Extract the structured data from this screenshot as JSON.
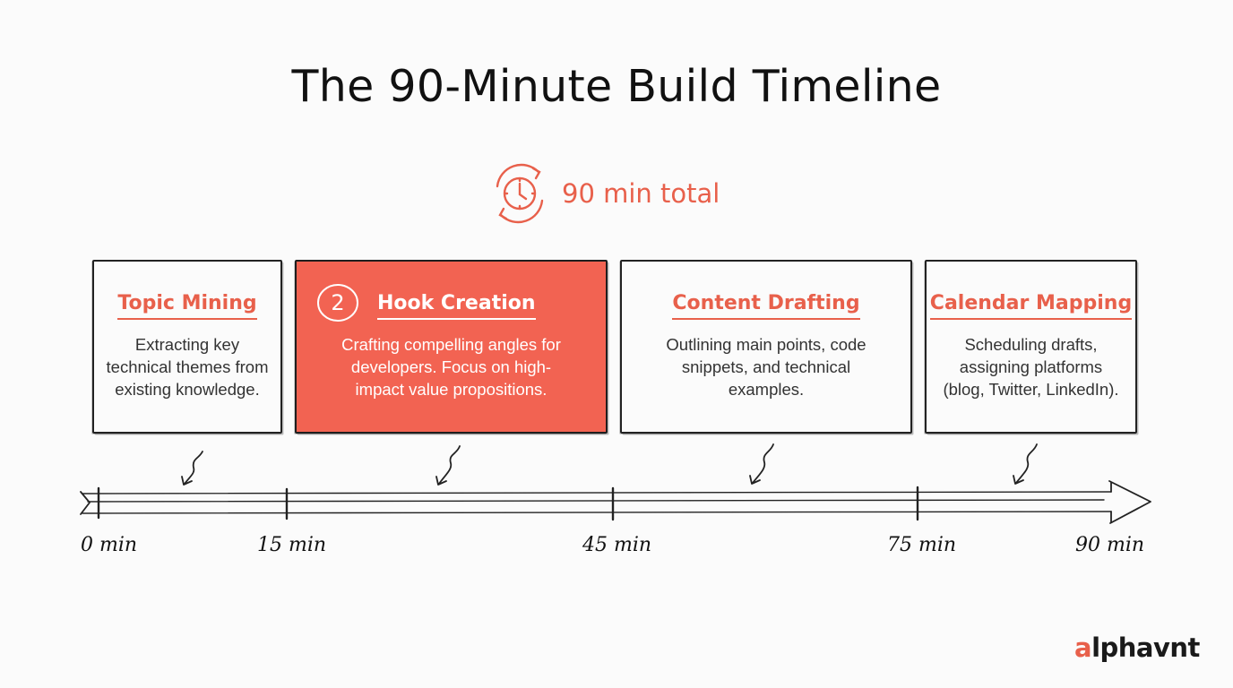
{
  "title": "The 90-Minute Build Timeline",
  "total": {
    "label": "90 min total",
    "icon": "clock-refresh-icon"
  },
  "accent_color": "#f26352",
  "steps": [
    {
      "number": "",
      "title": "Topic Mining",
      "description": [
        "Extracting key",
        "technical themes from",
        "existing knowledge."
      ],
      "active": false
    },
    {
      "number": "2",
      "title": "Hook Creation",
      "description": [
        "Crafting compelling angles for",
        "developers. Focus on high-",
        "impact value propositions."
      ],
      "active": true
    },
    {
      "number": "",
      "title": "Content Drafting",
      "description": [
        "Outlining main points, code",
        "snippets, and technical",
        "examples."
      ],
      "active": false
    },
    {
      "number": "",
      "title": "Calendar Mapping",
      "description": [
        "Scheduling drafts,",
        "assigning platforms",
        "(blog, Twitter, LinkedIn)."
      ],
      "active": false
    }
  ],
  "ticks": [
    "0 min",
    "15 min",
    "45 min",
    "75 min",
    "90 min"
  ],
  "brand": {
    "accent": "a",
    "rest": "lphavnt"
  }
}
